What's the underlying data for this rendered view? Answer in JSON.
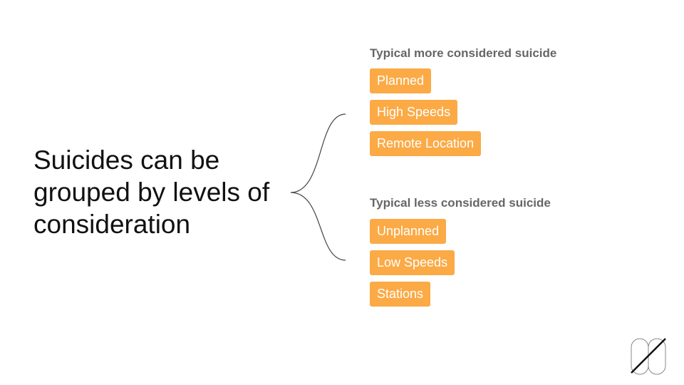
{
  "title": "Suicides can be grouped by levels of consideration",
  "groups": [
    {
      "heading": "Typical more considered suicide",
      "items": [
        "Planned",
        "High Speeds",
        "Remote Location"
      ]
    },
    {
      "heading": "Typical less considered suicide",
      "items": [
        "Unplanned",
        "Low Speeds",
        "Stations"
      ]
    }
  ],
  "colors": {
    "tag_fill": "#fbaa46",
    "tag_text": "#ffffff",
    "heading_text": "#666666",
    "title_text": "#111111"
  },
  "icons": {
    "brace": "curly-brace-icon",
    "logo": "brand-logo-icon"
  }
}
